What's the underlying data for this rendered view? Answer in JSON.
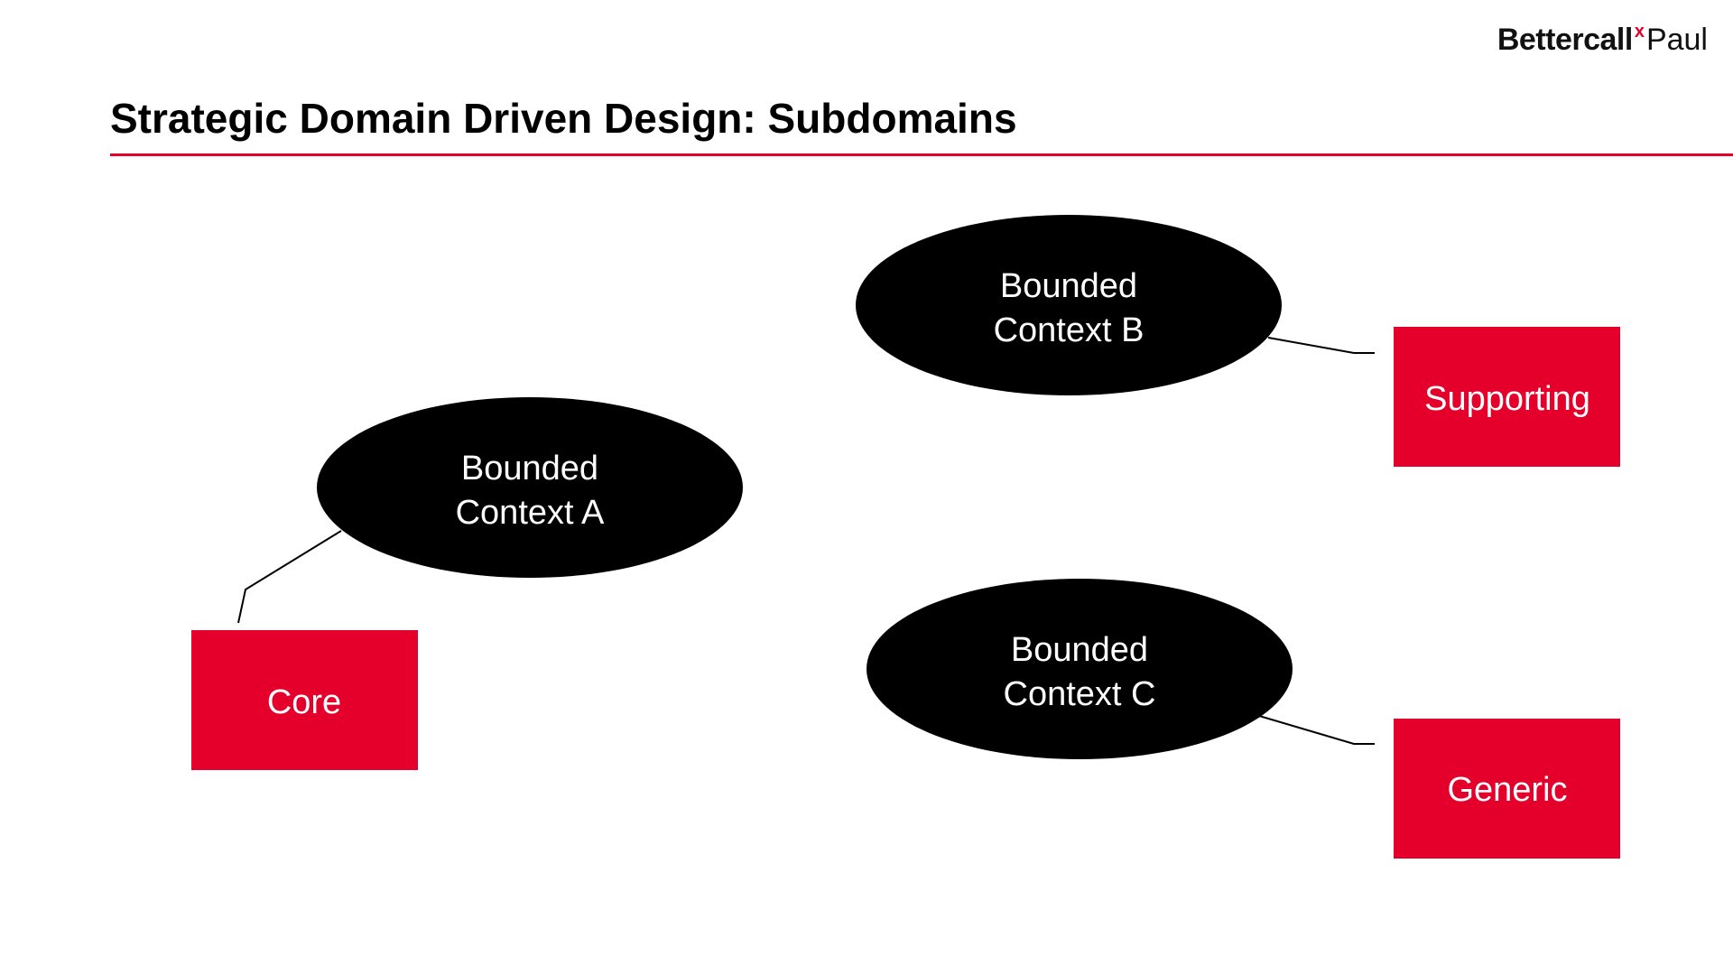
{
  "logo": {
    "brand": "Bettercall",
    "separator": "x",
    "name": "Paul"
  },
  "title": "Strategic Domain Driven Design: Subdomains",
  "colors": {
    "accent": "#e4002b",
    "context_fill": "#000000",
    "text_on_shape": "#ffffff"
  },
  "contexts": [
    {
      "line1": "Bounded",
      "line2": "Context A"
    },
    {
      "line1": "Bounded",
      "line2": "Context B"
    },
    {
      "line1": "Bounded",
      "line2": "Context C"
    }
  ],
  "subdomains": [
    {
      "label": "Core"
    },
    {
      "label": "Supporting"
    },
    {
      "label": "Generic"
    }
  ]
}
